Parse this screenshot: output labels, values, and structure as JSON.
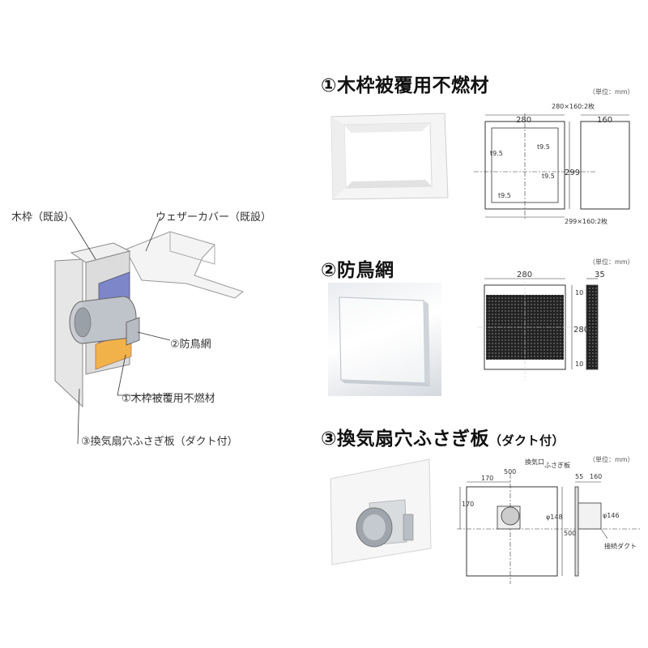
{
  "left_diagram": {
    "label_frame": "木枠（既設）",
    "label_cover": "ウェザーカバー（既設）",
    "label_net": "②防鳥網",
    "label_cover_material": "①木枠被覆用不燃材",
    "label_plate": "③換気扇穴ふさぎ板（ダクト付）"
  },
  "section1": {
    "title": "①木枠被覆用不燃材",
    "unit": "（単位：mm）",
    "dims": {
      "sheet_top": "280×160:2枚",
      "width": "280",
      "depth": "160",
      "t_left": "t9.5",
      "t_top": "t9.5",
      "t_right": "t9.5",
      "t_bottom": "t9.5",
      "height": "299",
      "sheet_bottom": "299×160:2枚"
    }
  },
  "section2": {
    "title": "②防鳥網",
    "unit": "（単位：mm）",
    "dims": {
      "width": "280",
      "depth": "35",
      "height": "280",
      "margin_top": "10",
      "margin_bottom": "10"
    }
  },
  "section3": {
    "title_main": "③換気扇穴ふさぎ板",
    "title_sub": "（ダクト付）",
    "unit": "（単位：mm）",
    "dims": {
      "hole_label": "換気口",
      "plate_label": "ふさぎ板",
      "width": "500",
      "offset_x": "170",
      "offset_y": "170",
      "height": "500",
      "dia_front": "φ148",
      "thickness": "55",
      "depth": "160",
      "dia_side": "φ146",
      "duct_label": "接続ダクト"
    }
  }
}
